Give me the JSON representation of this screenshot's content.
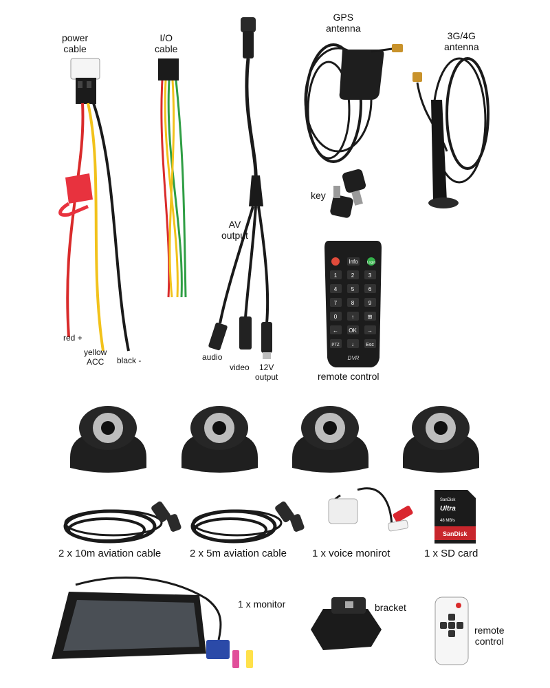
{
  "labels": {
    "power_cable": [
      "power",
      "cable"
    ],
    "io_cable": [
      "I/O",
      "cable"
    ],
    "gps_antenna": [
      "GPS",
      "antenna"
    ],
    "cell_antenna": [
      "3G/4G",
      "antenna"
    ],
    "av_output": [
      "AV",
      "output"
    ],
    "key": "key",
    "red": "red +",
    "yellow": [
      "yellow",
      "ACC"
    ],
    "black": "black -",
    "audio": "audio",
    "video": "video",
    "v12_output": [
      "12V",
      "output"
    ],
    "remote_control": "remote control",
    "cable_10m": "2 x 10m aviation cable",
    "cable_5m": "2 x 5m aviation cable",
    "voice": "1 x voice monirot",
    "sd_card": "1 x SD card",
    "monitor": "1 x monitor",
    "bracket": "bracket",
    "remote_control_small": [
      "remote",
      "control"
    ]
  },
  "remote_keys": {
    "power": "",
    "info": "Info",
    "login": "Login",
    "nums": [
      "1",
      "2",
      "3",
      "4",
      "5",
      "6",
      "7",
      "8",
      "9",
      "0"
    ],
    "up": "↑",
    "grid": "⊞",
    "left": "←",
    "ok": "OK",
    "right": "→",
    "ptz": "PTZ",
    "down": "↓",
    "esc": "Esc",
    "brand": "DVR"
  },
  "sd_card_text": {
    "brand_top": "SanDisk",
    "ultra": "Ultra",
    "capacity": "48 MB/s",
    "brand_bottom": "SanDisk"
  },
  "colors": {
    "device_black": "#1a1a1a",
    "wire_red": "#d92b2b",
    "wire_yellow": "#f2c21b",
    "wire_green": "#2f9e44",
    "fuse_red": "#e8323e",
    "sd_red": "#c8262c"
  }
}
